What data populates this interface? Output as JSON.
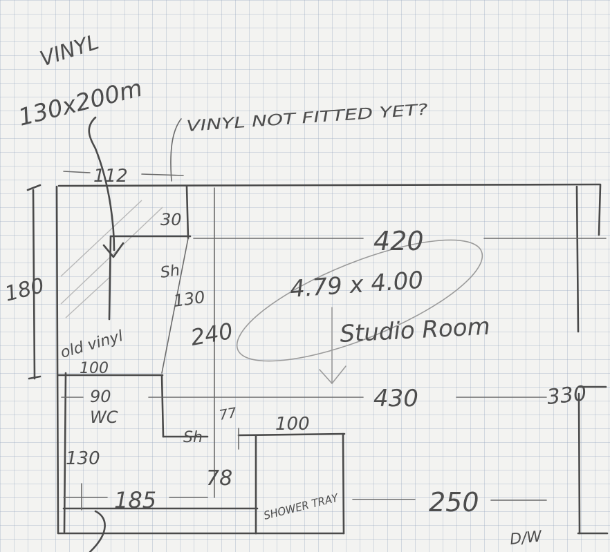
{
  "notes": {
    "vinyl": "VINYL",
    "vinyl_size": "130x200m",
    "vinyl_question": "VINYL NOT FITTED YET?",
    "old_vinyl": "old vinyl",
    "studio_room": "Studio Room",
    "studio_size": "4.79 x 4.00",
    "shower_tray": "SHOWER TRAY",
    "wc": "WC",
    "shelf_1": "Sh",
    "shelf_2": "Sh",
    "door": "D/W"
  },
  "dimensions": {
    "top_room_width": "112",
    "vinyl_room_depth": "180",
    "small_30": "30",
    "shelf_130": "130",
    "width_420": "420",
    "width_240": "240",
    "wc_width": "100",
    "wc_90": "90",
    "width_430": "430",
    "right_330": "330",
    "shelf_77": "77",
    "shower_width": "100",
    "left_130": "130",
    "depth_78": "78",
    "width_185": "185",
    "width_250": "250"
  }
}
